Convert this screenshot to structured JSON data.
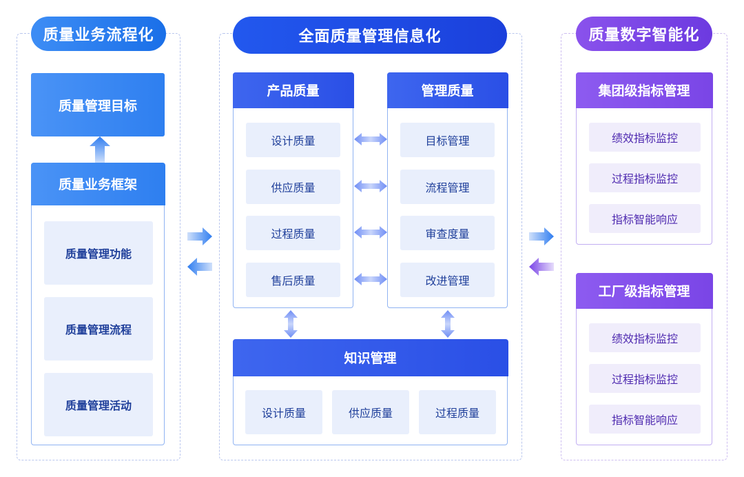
{
  "left": {
    "title": "质量业务流程化",
    "goal": "质量管理目标",
    "framework": {
      "title": "质量业务框架",
      "items": [
        "质量管理功能",
        "质量管理流程",
        "质量管理活动"
      ]
    }
  },
  "center": {
    "title": "全面质量管理信息化",
    "product": {
      "title": "产品质量",
      "items": [
        "设计质量",
        "供应质量",
        "过程质量",
        "售后质量"
      ]
    },
    "management": {
      "title": "管理质量",
      "items": [
        "目标管理",
        "流程管理",
        "审查度量",
        "改进管理"
      ]
    },
    "knowledge": {
      "title": "知识管理",
      "items": [
        "设计质量",
        "供应质量",
        "过程质量"
      ]
    }
  },
  "right": {
    "title": "质量数字智能化",
    "group": {
      "title": "集团级指标管理",
      "items": [
        "绩效指标监控",
        "过程指标监控",
        "指标智能响应"
      ]
    },
    "factory": {
      "title": "工厂级指标管理",
      "items": [
        "绩效指标监控",
        "过程指标监控",
        "指标智能响应"
      ]
    }
  },
  "colors": {
    "blue_light": "#3d8df5",
    "blue_dark": "#1f47e5",
    "purple": "#7a45e6",
    "item_bg": "#e9effc"
  }
}
